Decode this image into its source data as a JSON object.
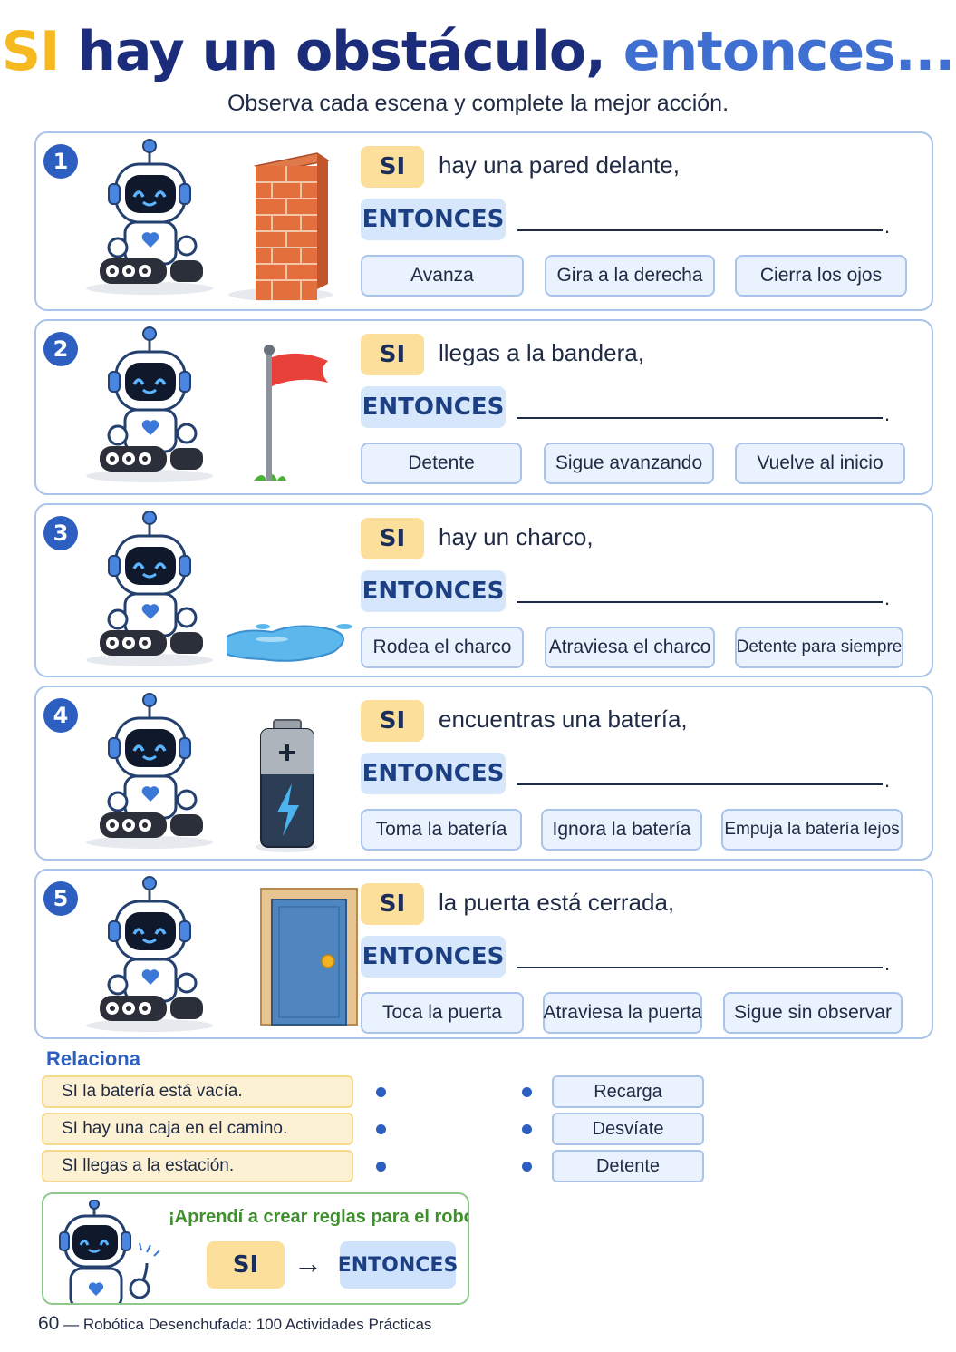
{
  "title": {
    "si": "SI",
    "middle": "hay un obstáculo,",
    "entonces": "entonces..."
  },
  "subtitle": "Observa cada escena y complete la mejor acción.",
  "labels": {
    "si": "SI",
    "entonces": "ENTONCES"
  },
  "items": [
    {
      "number": "1",
      "condition": "hay una pared delante,",
      "object_icon": "brick-wall-icon",
      "options": [
        "Avanza",
        "Gira a la derecha",
        "Cierra los ojos"
      ]
    },
    {
      "number": "2",
      "condition": "llegas a la bandera,",
      "object_icon": "red-flag-icon",
      "options": [
        "Detente",
        "Sigue avanzando",
        "Vuelve al inicio"
      ]
    },
    {
      "number": "3",
      "condition": "hay un charco,",
      "object_icon": "puddle-icon",
      "options": [
        "Rodea el charco",
        "Atraviesa el charco",
        "Detente para siempre"
      ]
    },
    {
      "number": "4",
      "condition": "encuentras una batería,",
      "object_icon": "battery-icon",
      "options": [
        "Toma la batería",
        "Ignora la batería",
        "Empuja la batería lejos"
      ]
    },
    {
      "number": "5",
      "condition": "la puerta está cerrada,",
      "object_icon": "door-icon",
      "options": [
        "Toca la puerta",
        "Atraviesa la puerta",
        "Sigue sin observar"
      ]
    }
  ],
  "blank_end": ".",
  "match": {
    "title": "Relaciona",
    "left": [
      "SI la batería está vacía.",
      "SI hay una caja en el camino.",
      "SI llegas a la estación."
    ],
    "right": [
      "Recarga",
      "Desvíate",
      "Detente"
    ]
  },
  "summary": {
    "text": "¡Aprendí a crear reglas para el robot!",
    "si": "SI",
    "arrow": "→",
    "entonces": "ENTONCES"
  },
  "footer": {
    "page": "60",
    "text": "— Robótica Desenchufada: 100 Actividades Prácticas"
  },
  "colors": {
    "si_bg": "#fbdf9a",
    "entonces_bg": "#d6e6fb",
    "title_blue": "#1b2d7a",
    "accent": "#2d5fc0",
    "title_yellow": "#f6b91f"
  }
}
